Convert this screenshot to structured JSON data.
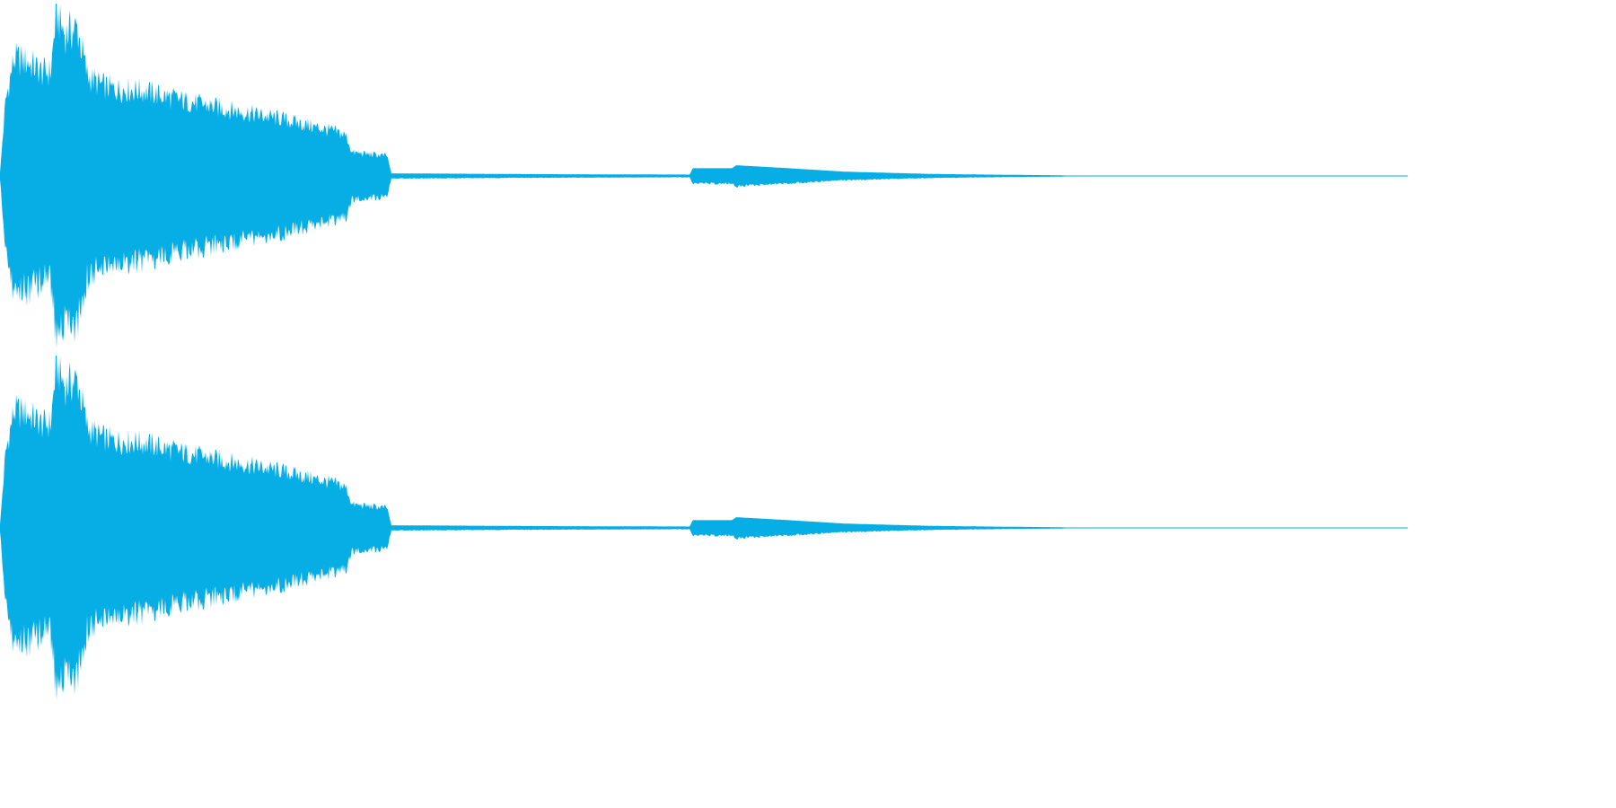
{
  "colors": {
    "background": "#ffffff",
    "waveform": "#07aee6"
  },
  "waveform": {
    "channel_count": 2,
    "channels": [
      {
        "name": "",
        "amplitude_envelope": [
          [
            0.0,
            0.02
          ],
          [
            0.004,
            0.45
          ],
          [
            0.01,
            0.7
          ],
          [
            0.02,
            0.68
          ],
          [
            0.03,
            0.62
          ],
          [
            0.036,
            0.62
          ],
          [
            0.04,
            0.98
          ],
          [
            0.046,
            0.85
          ],
          [
            0.055,
            0.88
          ],
          [
            0.062,
            0.6
          ],
          [
            0.07,
            0.55
          ],
          [
            0.08,
            0.52
          ],
          [
            0.1,
            0.51
          ],
          [
            0.13,
            0.45
          ],
          [
            0.16,
            0.4
          ],
          [
            0.2,
            0.34
          ],
          [
            0.24,
            0.26
          ],
          [
            0.246,
            0.24
          ],
          [
            0.25,
            0.14
          ],
          [
            0.275,
            0.12
          ],
          [
            0.278,
            0.015
          ],
          [
            0.35,
            0.012
          ],
          [
            0.4,
            0.01
          ],
          [
            0.45,
            0.009
          ],
          [
            0.49,
            0.008
          ],
          [
            0.492,
            0.045
          ],
          [
            0.52,
            0.045
          ],
          [
            0.523,
            0.062
          ],
          [
            0.56,
            0.045
          ],
          [
            0.6,
            0.025
          ],
          [
            0.66,
            0.012
          ],
          [
            0.7,
            0.008
          ],
          [
            0.752,
            0.004
          ],
          [
            0.76,
            0.002
          ],
          [
            1.0,
            0.002
          ]
        ]
      },
      {
        "name": "",
        "amplitude_envelope": [
          [
            0.0,
            0.02
          ],
          [
            0.004,
            0.45
          ],
          [
            0.01,
            0.7
          ],
          [
            0.02,
            0.68
          ],
          [
            0.03,
            0.62
          ],
          [
            0.036,
            0.62
          ],
          [
            0.04,
            0.98
          ],
          [
            0.046,
            0.85
          ],
          [
            0.055,
            0.88
          ],
          [
            0.062,
            0.6
          ],
          [
            0.07,
            0.55
          ],
          [
            0.08,
            0.52
          ],
          [
            0.1,
            0.51
          ],
          [
            0.13,
            0.45
          ],
          [
            0.16,
            0.4
          ],
          [
            0.2,
            0.34
          ],
          [
            0.24,
            0.26
          ],
          [
            0.246,
            0.24
          ],
          [
            0.25,
            0.14
          ],
          [
            0.275,
            0.12
          ],
          [
            0.278,
            0.015
          ],
          [
            0.35,
            0.012
          ],
          [
            0.4,
            0.01
          ],
          [
            0.45,
            0.009
          ],
          [
            0.49,
            0.008
          ],
          [
            0.492,
            0.045
          ],
          [
            0.52,
            0.045
          ],
          [
            0.523,
            0.062
          ],
          [
            0.56,
            0.045
          ],
          [
            0.6,
            0.025
          ],
          [
            0.66,
            0.012
          ],
          [
            0.7,
            0.008
          ],
          [
            0.752,
            0.004
          ],
          [
            0.76,
            0.002
          ],
          [
            1.0,
            0.002
          ]
        ]
      }
    ]
  }
}
